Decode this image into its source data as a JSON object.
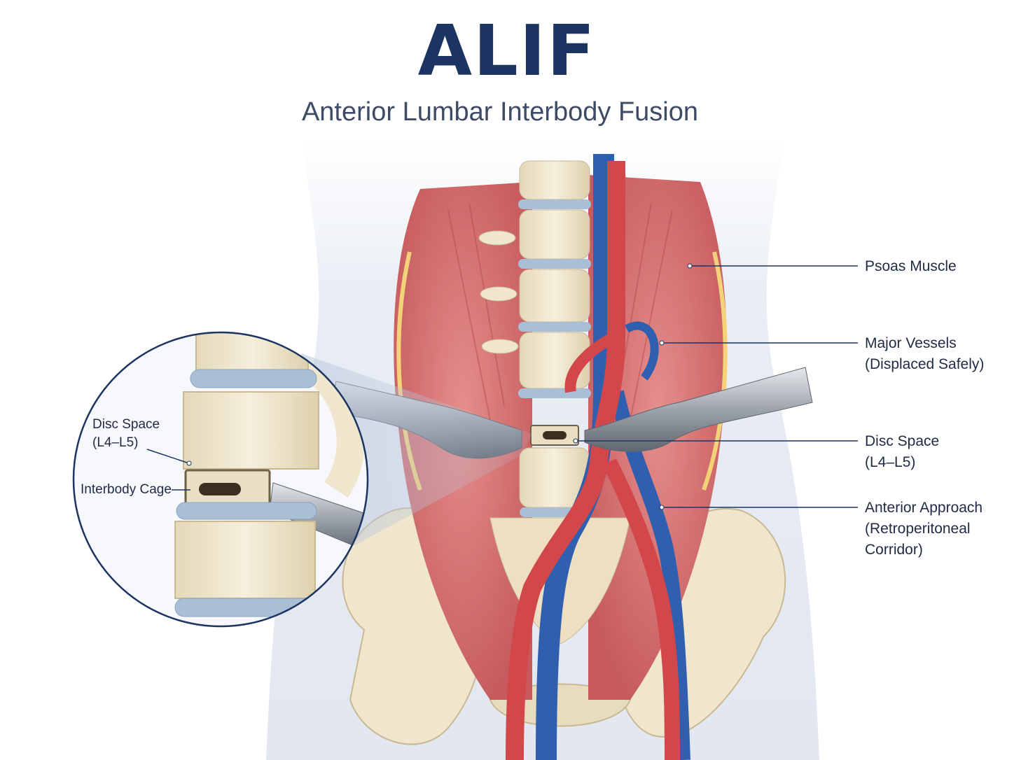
{
  "header": {
    "title": "ALIF",
    "subtitle": "Anterior Lumbar Interbody Fusion"
  },
  "labels": {
    "psoas": [
      "Psoas Muscle"
    ],
    "vessels": [
      "Major Vessels",
      "(Displaced Safely)"
    ],
    "disc_space": [
      "Disc Space",
      "(L4–L5)"
    ],
    "approach": [
      "Anterior Approach",
      "(Retroperitoneal",
      "Corridor)"
    ]
  },
  "inset": {
    "disc_space": [
      "Disc Space",
      "(L4–L5)"
    ],
    "cage": [
      "Interbody Cage"
    ]
  },
  "colors": {
    "title": "#1c3461",
    "artery": "#d2474a",
    "vein": "#2f5fae",
    "bone": "#efe6cd",
    "muscle": "#d9797a",
    "disc": "#a9bfd6",
    "leader": "#1c3461"
  }
}
